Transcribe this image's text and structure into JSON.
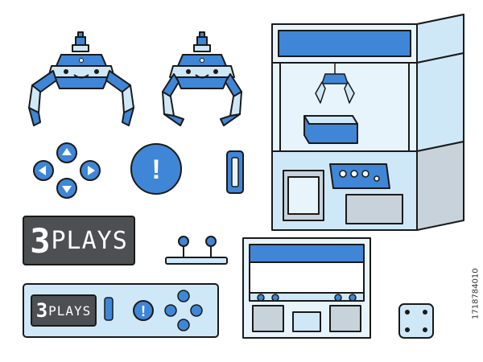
{
  "colors": {
    "blue": "#3f86d6",
    "light_blue": "#cfe8f8",
    "pale_blue": "#e8f4fc",
    "outline": "#1a1a1a",
    "screen": "#4d5052",
    "gray": "#c8d2da"
  },
  "icons": {
    "claw_open": "claw-open-icon",
    "claw_closed": "claw-closed-icon",
    "dpad": "dpad-icon",
    "alert": "exclamation-button-icon",
    "coin_slot": "coin-slot-icon",
    "joysticks": "joystick-pair-icon",
    "crane_machine": "crane-machine-icon",
    "cabinet": "crane-cabinet-icon",
    "corner_plate": "corner-plate-icon"
  },
  "display": {
    "plays_count": "3",
    "plays_label": "PLAYS"
  },
  "control_panel": {
    "plays_count": "3",
    "plays_label": "PLAYS"
  },
  "alert_symbol": "!",
  "watermark": "1718784010"
}
